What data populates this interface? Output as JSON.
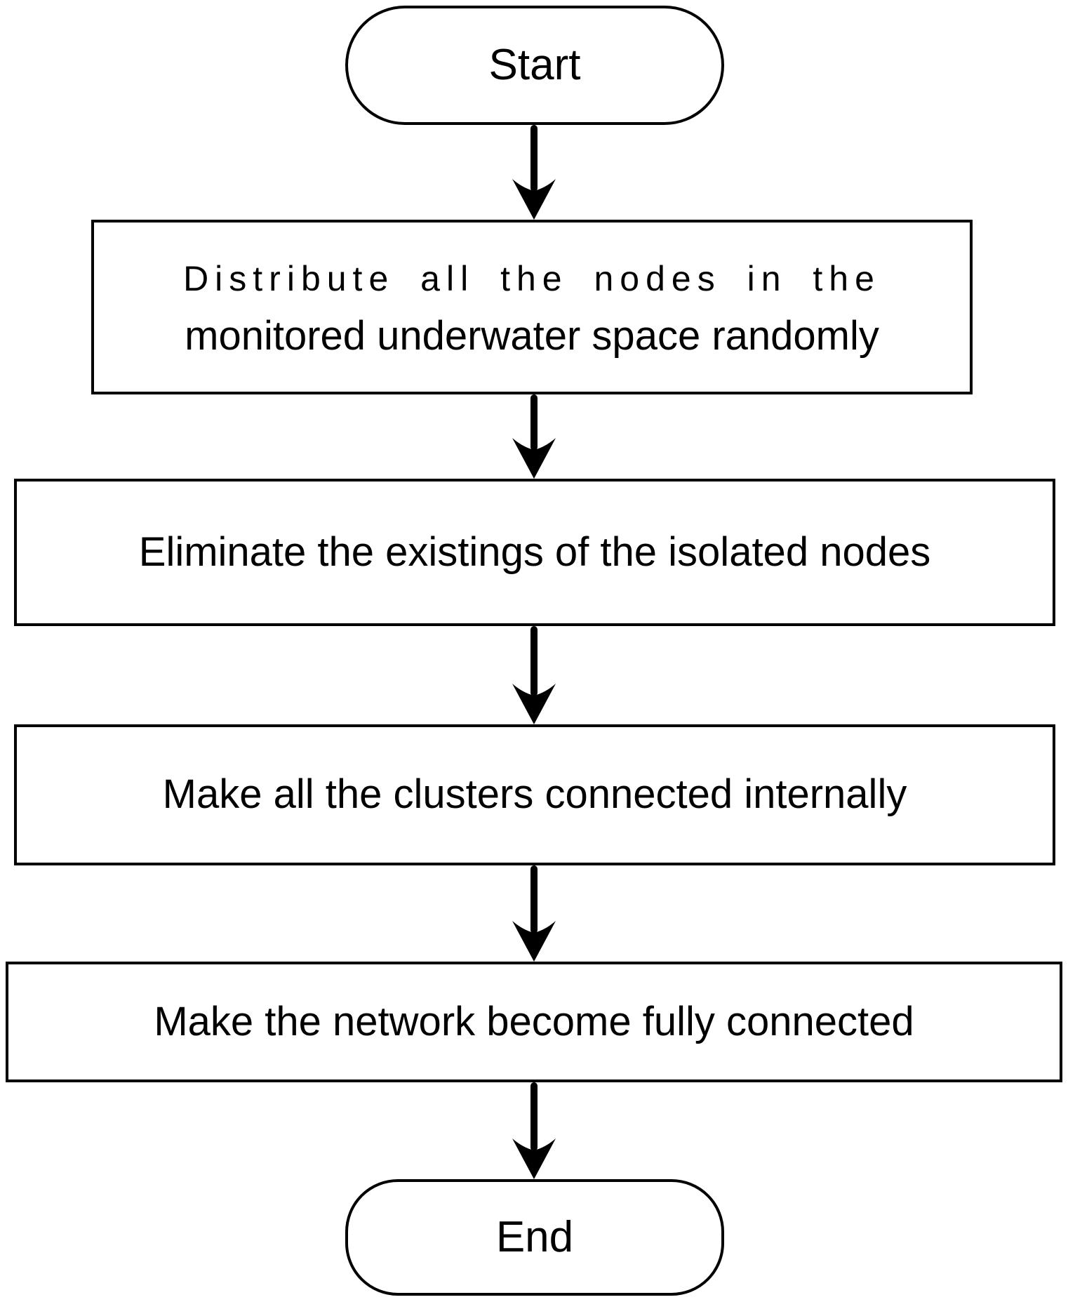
{
  "diagram": {
    "type": "flowchart",
    "background_color": "#ffffff",
    "stroke_color": "#000000",
    "text_color": "#000000",
    "nodes": [
      {
        "id": "start",
        "shape": "terminator",
        "label": "Start"
      },
      {
        "id": "distribute-nodes",
        "shape": "process",
        "label": "Distribute all the nodes in the monitored underwater space randomly",
        "lines": [
          "Distribute all the nodes in the",
          "monitored underwater space randomly"
        ]
      },
      {
        "id": "eliminate-isolated",
        "shape": "process",
        "label": "Eliminate the existings of the isolated nodes"
      },
      {
        "id": "connect-clusters",
        "shape": "process",
        "label": "Make all the clusters connected internally"
      },
      {
        "id": "fully-connect",
        "shape": "process",
        "label": "Make the network become fully connected"
      },
      {
        "id": "end",
        "shape": "terminator",
        "label": "End"
      }
    ],
    "edges": [
      {
        "from": "start",
        "to": "distribute-nodes"
      },
      {
        "from": "distribute-nodes",
        "to": "eliminate-isolated"
      },
      {
        "from": "eliminate-isolated",
        "to": "connect-clusters"
      },
      {
        "from": "connect-clusters",
        "to": "fully-connect"
      },
      {
        "from": "fully-connect",
        "to": "end"
      }
    ]
  }
}
